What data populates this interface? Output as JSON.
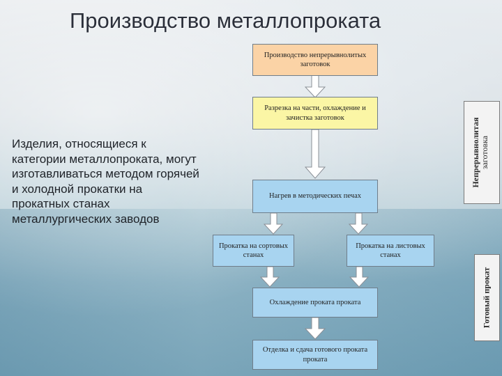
{
  "slide": {
    "title": "Производство металлопроката",
    "description": "Изделия, относящиеся к категории металлопроката, могут изготавливаться методом горячей и холодной прокатки на прокатных станах металлургических заводов"
  },
  "flowchart": {
    "boxes": {
      "continuous_casting": "Производство непрерывнолитых заготовок",
      "cutting": "Разрезка на части, охлаждение и зачистка заготовок",
      "heating": "Нагрев в методических печах",
      "section_rolling": "Прокатка на сортовых станах",
      "sheet_rolling": "Прокатка на листовых станах",
      "cooling": "Охлаждение проката проката",
      "finishing": "Отделка и сдача готового проката проката"
    },
    "side_labels": {
      "billet_line1": "Непрерывнолитая",
      "billet_line2": "заготовка",
      "finished": "Готовый прокат"
    },
    "colors": {
      "orange": "#fbd3a6",
      "yellow": "#fbf6a5",
      "blue": "#a8d4f0"
    }
  }
}
